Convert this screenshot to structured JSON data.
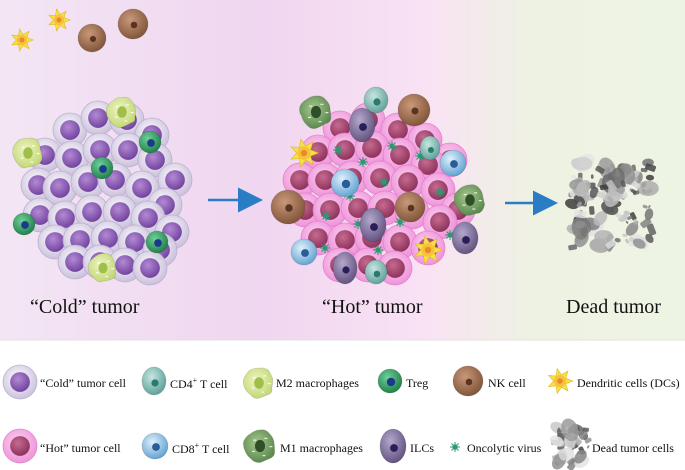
{
  "stages": {
    "cold": "“Cold” tumor",
    "hot": "“Hot” tumor",
    "dead": "Dead tumor"
  },
  "legend": {
    "row1": {
      "cold_tumor_cell": "“Cold” tumor cell",
      "cd4_prefix": "CD4",
      "cd4_sup": "+",
      "cd4_suffix": " T cell",
      "m2": "M2 macrophages",
      "treg": "Treg",
      "nk": "NK cell",
      "dc": "Dendritic cells (DCs)"
    },
    "row2": {
      "hot_tumor_cell": "“Hot” tumor cell",
      "cd8_prefix": "CD8",
      "cd8_sup": "+",
      "cd8_suffix": " T cell",
      "m1": "M1 macrophages",
      "ilcs": "ILCs",
      "virus": "Oncolytic virus",
      "dead_cells": "Dead tumor cells"
    }
  },
  "colors": {
    "cold_cell": "#8a5bb4",
    "cold_rim": "#d9d2e6",
    "hot_cell": "#a8476f",
    "hot_rim": "#f3a9e2",
    "cd4": "#6fb0a8",
    "cd8": "#7ab6dd",
    "m2": "#cfe08a",
    "m1": "#6a9a5a",
    "treg": "#2f9a5c",
    "nk": "#9a6a48",
    "dc": "#f6e04a",
    "ilc": "#7a6a94",
    "virus": "#2a9a70",
    "arrow": "#2a7cc4"
  }
}
